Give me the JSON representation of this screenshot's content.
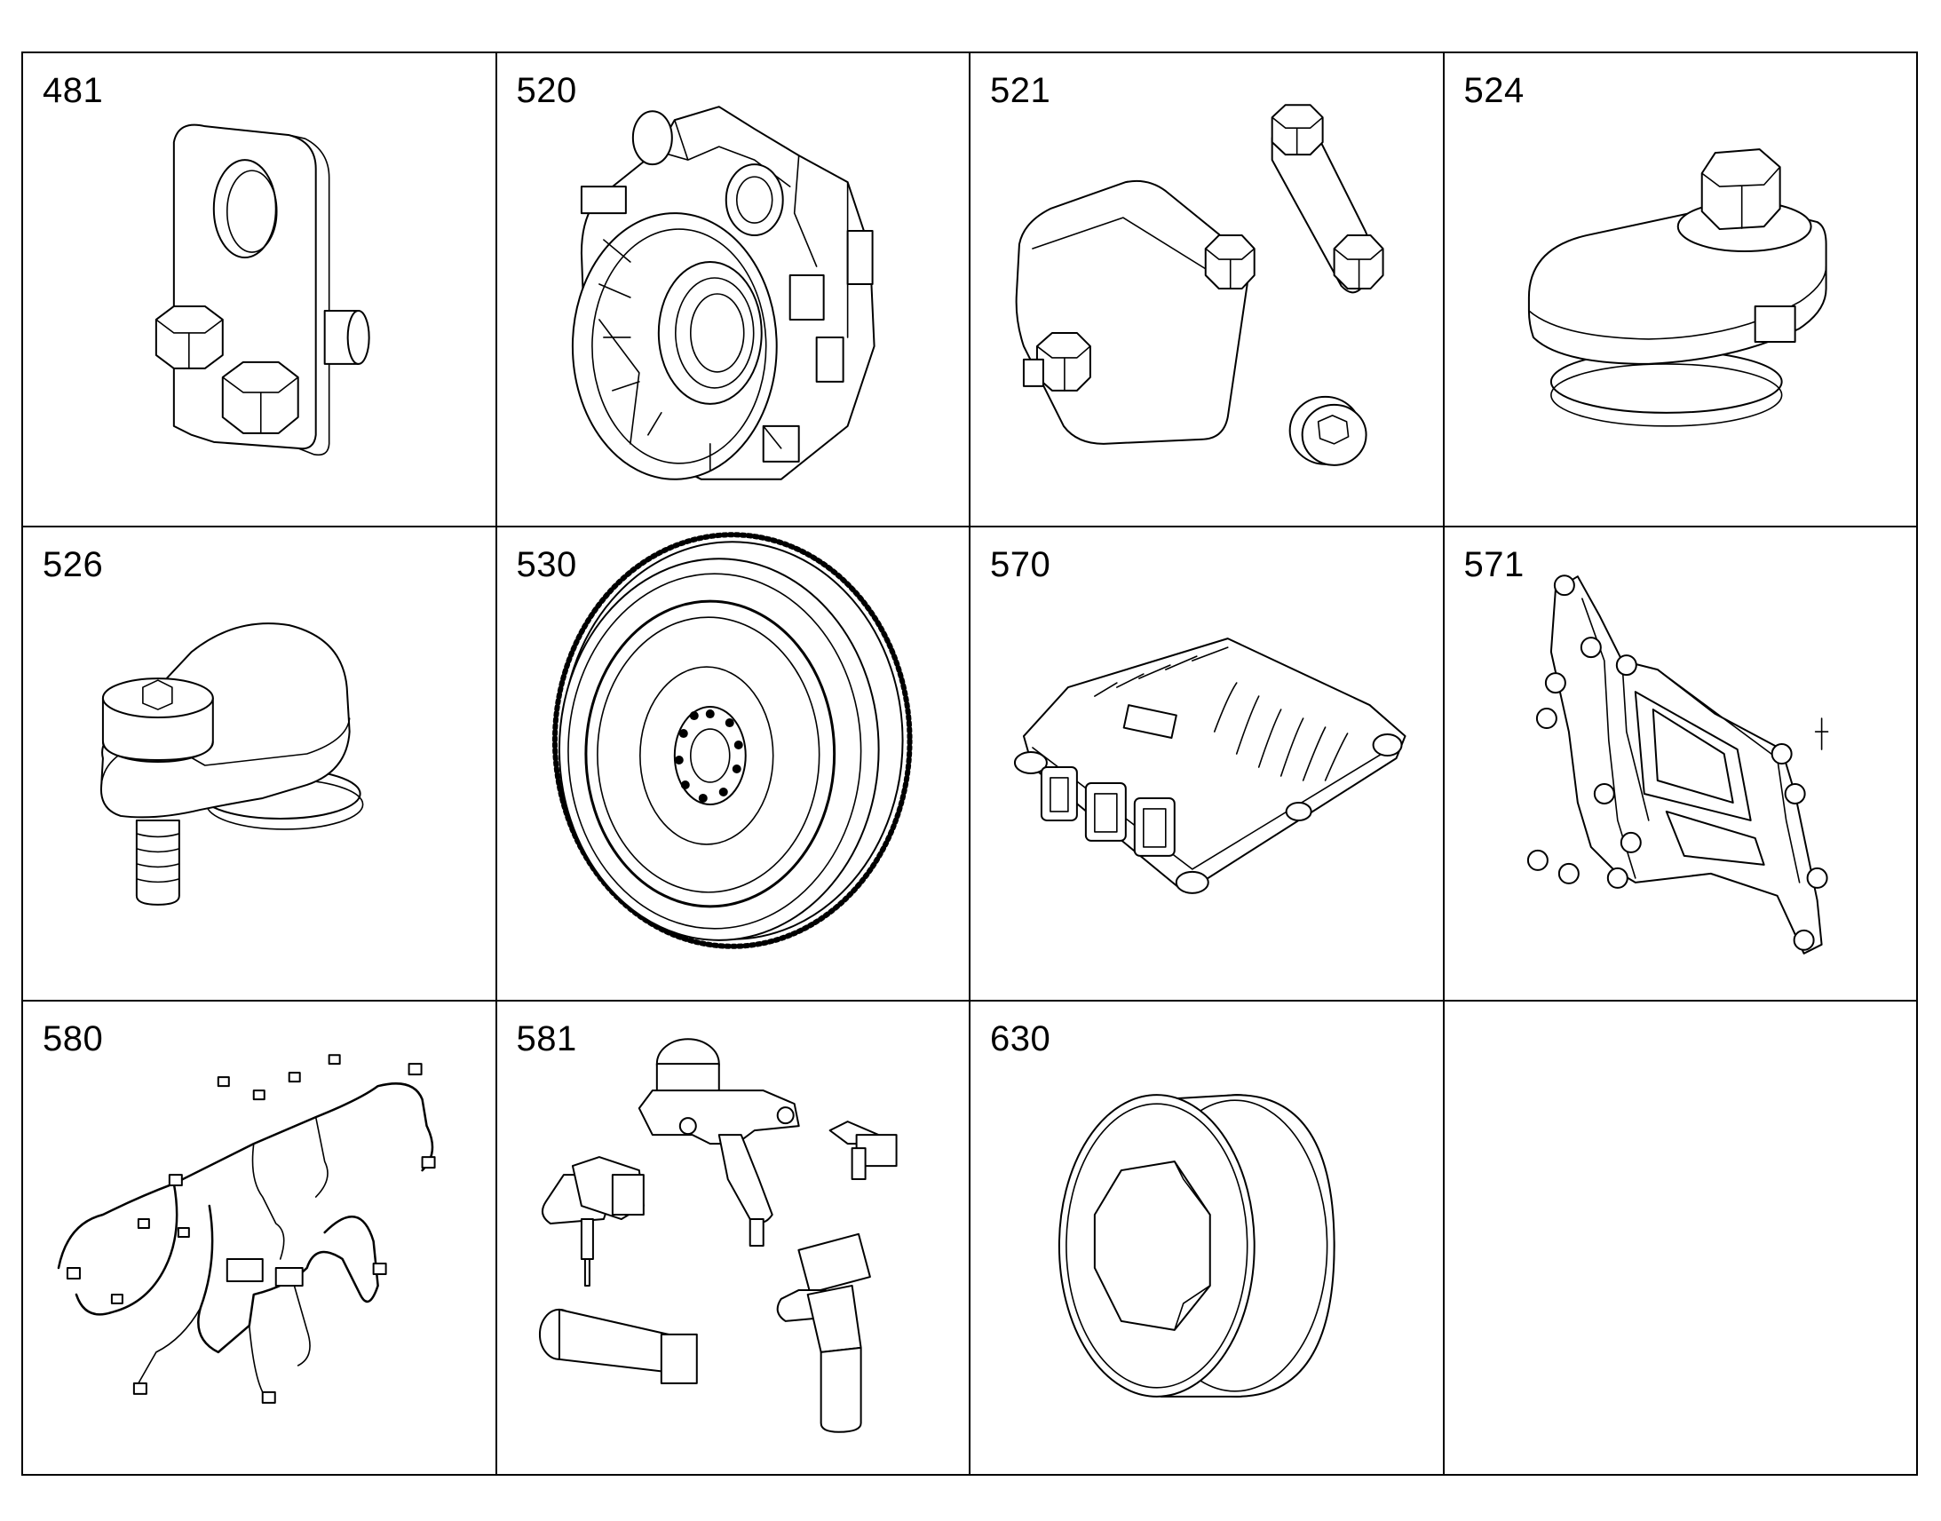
{
  "parts": [
    {
      "number": "481",
      "icon": "bracket-with-bolts-icon"
    },
    {
      "number": "520",
      "icon": "flywheel-housing-icon"
    },
    {
      "number": "521",
      "icon": "cover-plates-with-bolts-icon"
    },
    {
      "number": "524",
      "icon": "cover-with-hex-bolt-icon"
    },
    {
      "number": "526",
      "icon": "cover-with-socket-screw-icon"
    },
    {
      "number": "530",
      "icon": "flywheel-ring-gear-icon"
    },
    {
      "number": "570",
      "icon": "engine-control-unit-icon"
    },
    {
      "number": "571",
      "icon": "mounting-frame-icon"
    },
    {
      "number": "580",
      "icon": "wiring-harness-icon"
    },
    {
      "number": "581",
      "icon": "sensors-set-icon"
    },
    {
      "number": "630",
      "icon": "hex-socket-plug-icon"
    },
    {
      "number": "",
      "icon": ""
    }
  ]
}
